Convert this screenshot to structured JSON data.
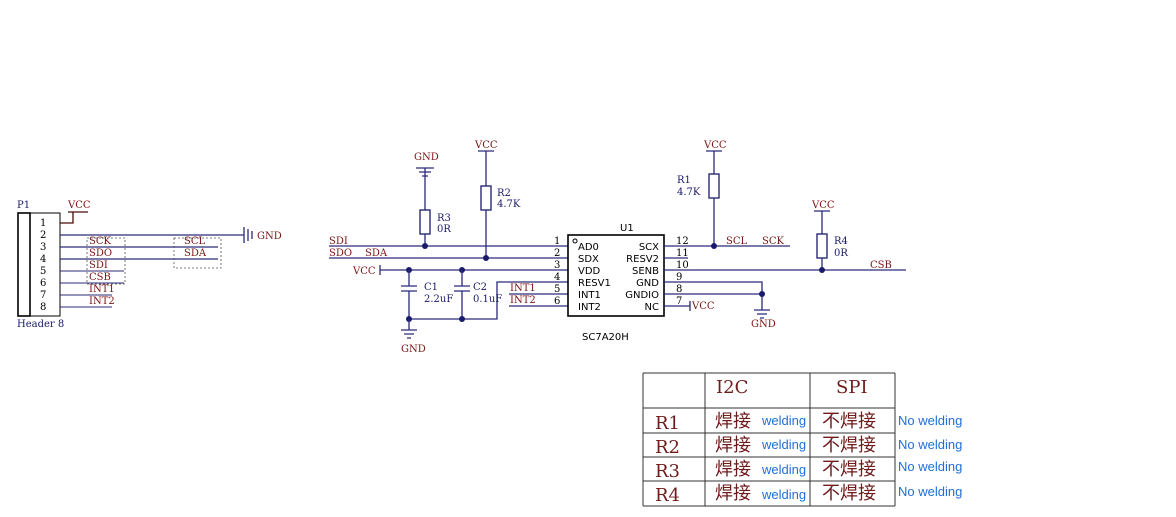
{
  "header": {
    "designator": "P1",
    "name": "Header 8",
    "vcc": "VCC",
    "gnd": "GND",
    "pins": [
      "1",
      "2",
      "3",
      "4",
      "5",
      "6",
      "7",
      "8"
    ],
    "nets": [
      "SCK",
      "SDO",
      "SDI",
      "CSB",
      "INT1",
      "INT2"
    ],
    "alias_scl": "SCL",
    "alias_sda": "SDA"
  },
  "left_nets": {
    "sdi": "SDI",
    "sdo": "SDO",
    "sda": "SDA",
    "vcc": "VCC",
    "int1": "INT1",
    "int2": "INT2"
  },
  "power": {
    "gnd": "GND",
    "vcc": "VCC"
  },
  "components": {
    "r1": {
      "ref": "R1",
      "value": "4.7K"
    },
    "r2": {
      "ref": "R2",
      "value": "4.7K"
    },
    "r3": {
      "ref": "R3",
      "value": "0R"
    },
    "r4": {
      "ref": "R4",
      "value": "0R"
    },
    "c1": {
      "ref": "C1",
      "value": "2.2uF"
    },
    "c2": {
      "ref": "C2",
      "value": "0.1uF"
    }
  },
  "ic": {
    "ref": "U1",
    "part": "SC7A20H",
    "left_pins": [
      {
        "num": "1",
        "name": "AD0"
      },
      {
        "num": "2",
        "name": "SDX"
      },
      {
        "num": "3",
        "name": "VDD"
      },
      {
        "num": "4",
        "name": "RESV1"
      },
      {
        "num": "5",
        "name": "INT1"
      },
      {
        "num": "6",
        "name": "INT2"
      }
    ],
    "right_pins": [
      {
        "num": "12",
        "name": "SCX"
      },
      {
        "num": "11",
        "name": "RESV2"
      },
      {
        "num": "10",
        "name": "SENB"
      },
      {
        "num": "9",
        "name": "GND"
      },
      {
        "num": "8",
        "name": "GNDIO"
      },
      {
        "num": "7",
        "name": "NC"
      }
    ]
  },
  "right_nets": {
    "scl": "SCL",
    "sck": "SCK",
    "csb": "CSB",
    "vcc": "VCC"
  },
  "table": {
    "headers": [
      "",
      "I2C",
      "SPI"
    ],
    "rows": [
      {
        "ref": "R1",
        "i2c": "焊接",
        "i2c_en": "welding",
        "spi": "不焊接",
        "spi_en": "No welding"
      },
      {
        "ref": "R2",
        "i2c": "焊接",
        "i2c_en": "welding",
        "spi": "不焊接",
        "spi_en": "No welding"
      },
      {
        "ref": "R3",
        "i2c": "焊接",
        "i2c_en": "welding",
        "spi": "不焊接",
        "spi_en": "No welding"
      },
      {
        "ref": "R4",
        "i2c": "焊接",
        "i2c_en": "welding",
        "spi": "不焊接",
        "spi_en": "No welding"
      }
    ]
  }
}
